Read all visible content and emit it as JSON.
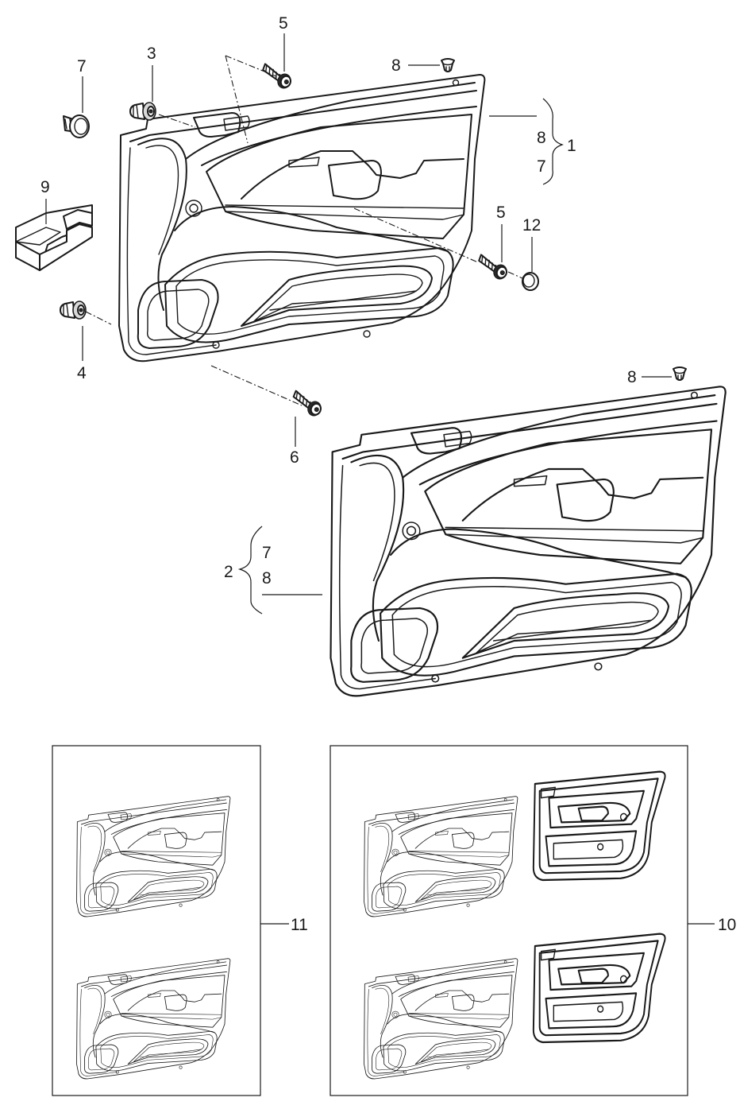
{
  "callouts": {
    "c1": "1",
    "c2": "2",
    "c3": "3",
    "c4": "4",
    "c5a": "5",
    "c5b": "5",
    "c6": "6",
    "c7a": "7",
    "c7b": "7",
    "c7c": "7",
    "c8a": "8",
    "c8b": "8",
    "c8c": "8",
    "c8d": "8",
    "c9": "9",
    "c10": "10",
    "c11": "11",
    "c12": "12"
  },
  "icons": {
    "screw": "screw-icon",
    "clip": "clip-icon",
    "plug": "plug-icon",
    "pad": "foam-pad-icon"
  },
  "colors": {
    "line": "#1a1a1a",
    "background": "#ffffff",
    "shade": "#d9d9d9"
  }
}
